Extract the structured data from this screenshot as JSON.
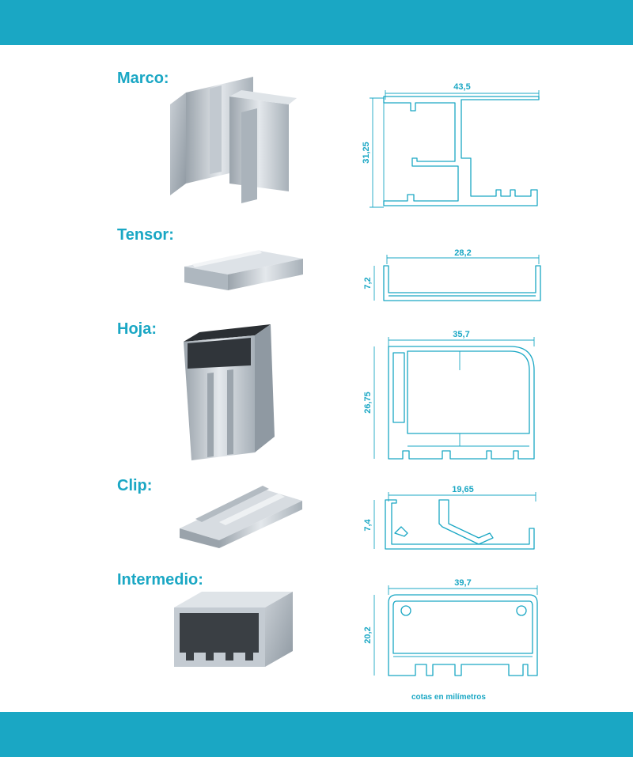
{
  "header": {
    "color": "#1aa7c4"
  },
  "footer": {
    "color": "#1aa7c4"
  },
  "profiles": [
    {
      "name": "Marco:",
      "width_dim": "43,5",
      "height_dim": "31,25"
    },
    {
      "name": "Tensor:",
      "width_dim": "28,2",
      "height_dim": "7,2"
    },
    {
      "name": "Hoja:",
      "width_dim": "35,7",
      "height_dim": "26,75"
    },
    {
      "name": "Clip:",
      "width_dim": "19,65",
      "height_dim": "7,4"
    },
    {
      "name": "Intermedio:",
      "width_dim": "39,7",
      "height_dim": "20,2"
    }
  ],
  "note": "cotas en milímetros"
}
